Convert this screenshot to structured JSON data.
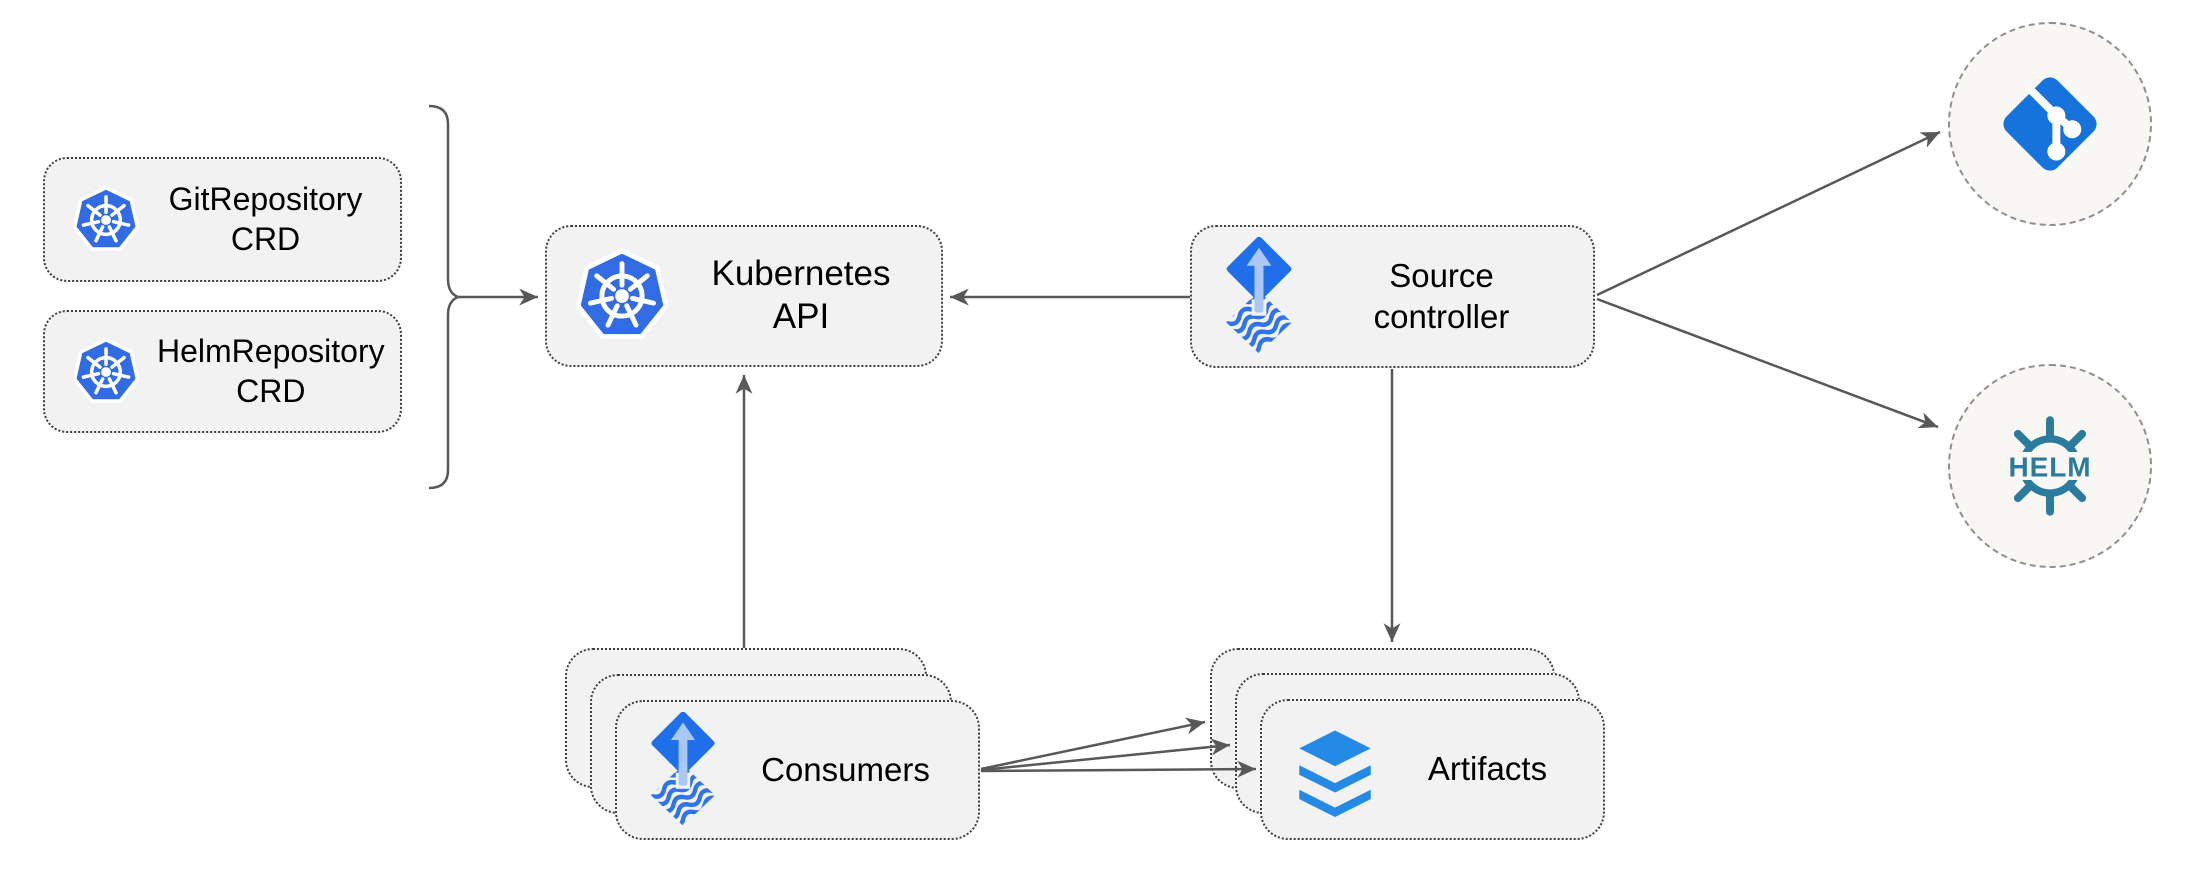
{
  "diagram": {
    "type": "architecture-diagram",
    "nodes": {
      "git_repository_crd": {
        "line1": "GitRepository",
        "line2": "CRD",
        "icon": "kubernetes-icon"
      },
      "helm_repository_crd": {
        "line1": "HelmRepository",
        "line2": "CRD",
        "icon": "kubernetes-icon"
      },
      "kubernetes_api": {
        "label": "Kubernetes API",
        "icon": "kubernetes-icon"
      },
      "source_controller": {
        "line1": "Source",
        "line2": "controller",
        "icon": "flux-icon"
      },
      "consumers": {
        "label": "Consumers",
        "icon": "flux-icon",
        "stack_count": 3
      },
      "artifacts": {
        "label": "Artifacts",
        "icon": "layers-icon",
        "stack_count": 3
      },
      "git_repository": {
        "icon": "git-icon"
      },
      "helm_repository": {
        "icon": "helm-icon",
        "logo_text": "HELM"
      }
    },
    "edges": [
      {
        "from": "git_repository_crd + helm_repository_crd",
        "to": "kubernetes_api",
        "via": "curly-brace-group"
      },
      {
        "from": "source_controller",
        "to": "kubernetes_api"
      },
      {
        "from": "consumers",
        "to": "kubernetes_api"
      },
      {
        "from": "source_controller",
        "to": "artifacts"
      },
      {
        "from": "source_controller",
        "to": "git_repository"
      },
      {
        "from": "source_controller",
        "to": "helm_repository"
      },
      {
        "from": "consumers",
        "to": "artifacts",
        "arrow_count": 3
      }
    ],
    "colors": {
      "background": "#ffffff",
      "node_fill": "#f2f2f2",
      "circle_fill": "#f8f7f3",
      "node_border": "#3f3f3f",
      "circle_border": "#8f8f8f",
      "arrow": "#585858",
      "text": "#000000",
      "kubernetes_blue": "#326ce5",
      "flux_blue": "#1f6feb",
      "flux_arrow_light": "#abc8f5",
      "git_blue": "#1673db",
      "layers_blue": "#2589e6",
      "helm_teal": "#2a7b9e"
    }
  }
}
